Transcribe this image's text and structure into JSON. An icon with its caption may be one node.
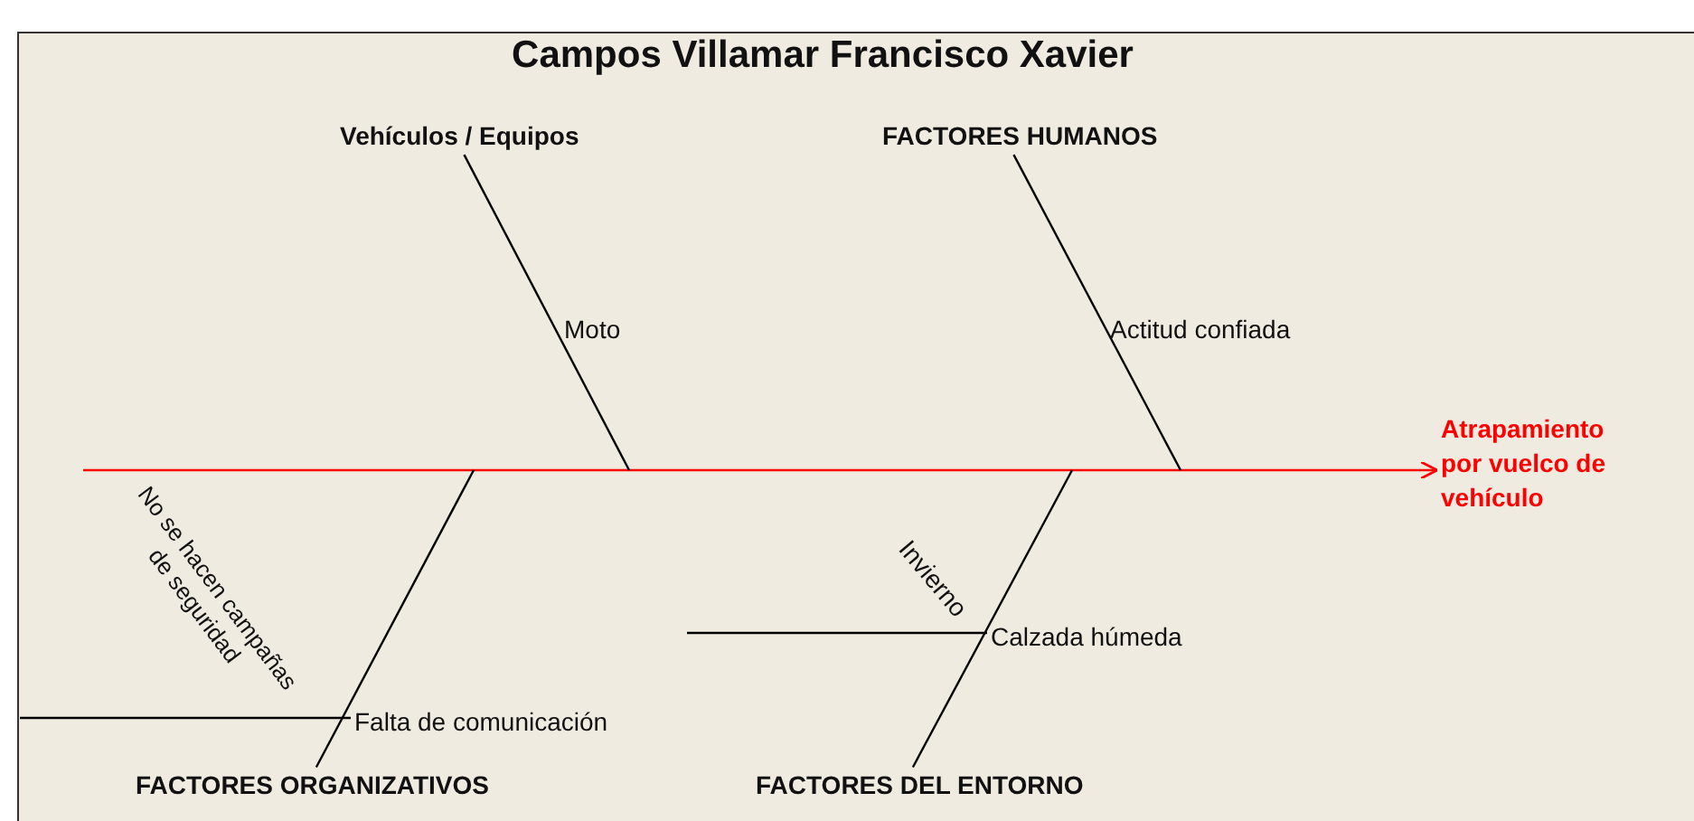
{
  "diagram": {
    "title": "Campos Villamar Francisco Xavier",
    "nodes": [
      {
        "text": [
          "Atrapamiento por vuelco de vehículo"
        ]
      },
      {
        "text": [
          "Vehículos / Equipos"
        ]
      },
      {
        "text": [
          "FACTORES HUMANOS"
        ]
      },
      {
        "text": [
          "FACTORES ORGANIZATIVOS"
        ]
      },
      {
        "text": [
          "FACTORES DEL ENTORNO"
        ]
      },
      {
        "text": [
          "Moto"
        ]
      },
      {
        "text": [
          "Actitud confiada"
        ]
      },
      {
        "text": [
          "Falta de comunicación"
        ]
      },
      {
        "text": [
          "No se hacen campañas de seguridad"
        ]
      },
      {
        "text": [
          "Calzada húmeda"
        ]
      },
      {
        "text": [
          "Invierno"
        ]
      }
    ],
    "edges": [
      {
        "from": null,
        "to": 0,
        "arrow": "to",
        "color": "#ff0000"
      },
      {
        "from": 1,
        "to": null,
        "arrow": "none"
      },
      {
        "from": 2,
        "to": null,
        "arrow": "none"
      },
      {
        "from": 3,
        "to": null,
        "arrow": "none"
      },
      {
        "from": 4,
        "to": null,
        "arrow": "none"
      },
      {
        "from": null,
        "to": 7,
        "arrow": "none"
      },
      {
        "from": null,
        "to": 9,
        "arrow": "none"
      }
    ]
  }
}
